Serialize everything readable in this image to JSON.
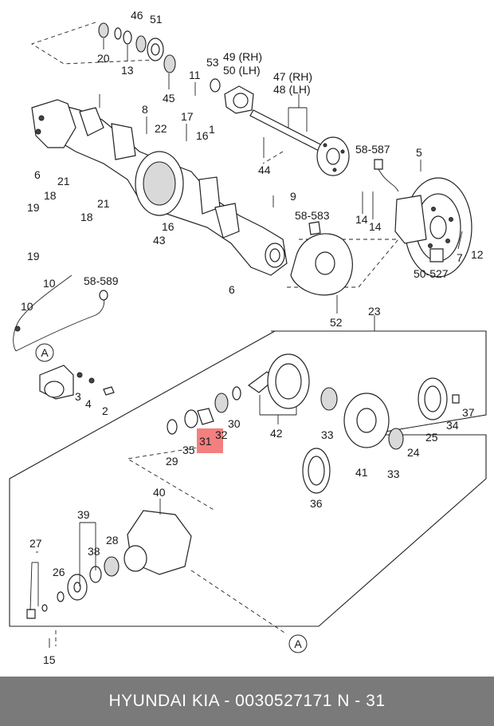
{
  "footer": {
    "text": "HYUNDAI  KIA - 0030527171      N - 31"
  },
  "highlight_color": "#f47f7f",
  "callouts": [
    {
      "id": "20",
      "label": "20"
    },
    {
      "id": "46",
      "label": "46"
    },
    {
      "id": "51",
      "label": "51"
    },
    {
      "id": "13",
      "label": "13"
    },
    {
      "id": "45",
      "label": "45"
    },
    {
      "id": "53",
      "label": "53"
    },
    {
      "id": "49rh",
      "label": "49 (RH)"
    },
    {
      "id": "50lh",
      "label": "50 (LH)"
    },
    {
      "id": "47rh",
      "label": "47 (RH)"
    },
    {
      "id": "48lh",
      "label": "48 (LH)"
    },
    {
      "id": "11",
      "label": "11"
    },
    {
      "id": "8",
      "label": "8"
    },
    {
      "id": "17",
      "label": "17"
    },
    {
      "id": "16a",
      "label": "16"
    },
    {
      "id": "1",
      "label": "1"
    },
    {
      "id": "22",
      "label": "22"
    },
    {
      "id": "6a",
      "label": "6"
    },
    {
      "id": "44",
      "label": "44"
    },
    {
      "id": "58587",
      "label": "58-587"
    },
    {
      "id": "5",
      "label": "5"
    },
    {
      "id": "21a",
      "label": "21"
    },
    {
      "id": "18a",
      "label": "18"
    },
    {
      "id": "19a",
      "label": "19"
    },
    {
      "id": "21b",
      "label": "21"
    },
    {
      "id": "18b",
      "label": "18"
    },
    {
      "id": "9",
      "label": "9"
    },
    {
      "id": "58583",
      "label": "58-583"
    },
    {
      "id": "14a",
      "label": "14"
    },
    {
      "id": "14b",
      "label": "14"
    },
    {
      "id": "16b",
      "label": "16"
    },
    {
      "id": "43",
      "label": "43"
    },
    {
      "id": "19b",
      "label": "19"
    },
    {
      "id": "7",
      "label": "7"
    },
    {
      "id": "12",
      "label": "12"
    },
    {
      "id": "10a",
      "label": "10"
    },
    {
      "id": "58589",
      "label": "58-589"
    },
    {
      "id": "6b",
      "label": "6"
    },
    {
      "id": "50527",
      "label": "50-527"
    },
    {
      "id": "10b",
      "label": "10"
    },
    {
      "id": "52",
      "label": "52"
    },
    {
      "id": "23",
      "label": "23"
    },
    {
      "id": "3",
      "label": "3"
    },
    {
      "id": "4",
      "label": "4"
    },
    {
      "id": "2",
      "label": "2"
    },
    {
      "id": "30",
      "label": "30"
    },
    {
      "id": "32",
      "label": "32"
    },
    {
      "id": "31",
      "label": "31"
    },
    {
      "id": "29",
      "label": "29"
    },
    {
      "id": "35",
      "label": "35"
    },
    {
      "id": "42",
      "label": "42"
    },
    {
      "id": "33a",
      "label": "33"
    },
    {
      "id": "37",
      "label": "37"
    },
    {
      "id": "34",
      "label": "34"
    },
    {
      "id": "25",
      "label": "25"
    },
    {
      "id": "24",
      "label": "24"
    },
    {
      "id": "41",
      "label": "41"
    },
    {
      "id": "33b",
      "label": "33"
    },
    {
      "id": "36",
      "label": "36"
    },
    {
      "id": "40",
      "label": "40"
    },
    {
      "id": "39",
      "label": "39"
    },
    {
      "id": "27",
      "label": "27"
    },
    {
      "id": "28",
      "label": "28"
    },
    {
      "id": "38",
      "label": "38"
    },
    {
      "id": "26",
      "label": "26"
    },
    {
      "id": "15",
      "label": "15"
    }
  ],
  "markers": [
    {
      "id": "a-top",
      "label": "A"
    },
    {
      "id": "a-bottom",
      "label": "A"
    }
  ]
}
